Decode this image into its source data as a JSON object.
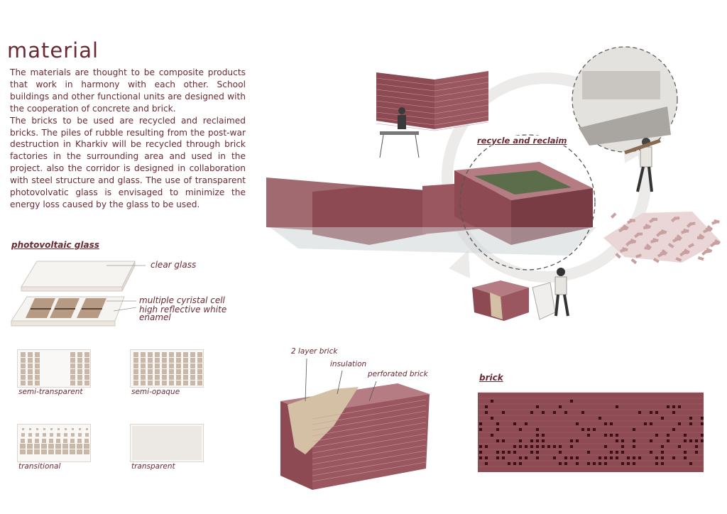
{
  "title": "material",
  "paragraph": [
    "The materials are thought to be composite products that work in harmony with each other. School buildings and other functional units are designed with the cooperation of concrete and brick.",
    "The bricks to be used are recycled and reclaimed bricks. The piles of rubble resulting from the post-war destruction in Kharkiv will be recycled through brick factories in the surrounding area and used in the project. also the corridor is designed in collaboration with steel structure and glass. The use of transparent photovolvatic glass is envisaged to minimize the energy loss caused by the glass to be used."
  ],
  "photovoltaic": {
    "heading": "photovoltaic glass",
    "labels": {
      "clear_glass": "clear glass",
      "cell": "multiple cyristal cell",
      "enamel": "high reflective white enamel"
    },
    "types": [
      "semi-transparent",
      "semi-opaque",
      "transitional",
      "transparent"
    ]
  },
  "cycle": {
    "label": "recycle and reclaim"
  },
  "wall_section": {
    "labels": [
      "2 layer brick",
      "insulation",
      "perforated brick"
    ]
  },
  "brick": {
    "heading": "brick"
  },
  "colors": {
    "text": "#6b2a33",
    "brick": "#8e4a52",
    "panel": "#c9b8a8"
  }
}
